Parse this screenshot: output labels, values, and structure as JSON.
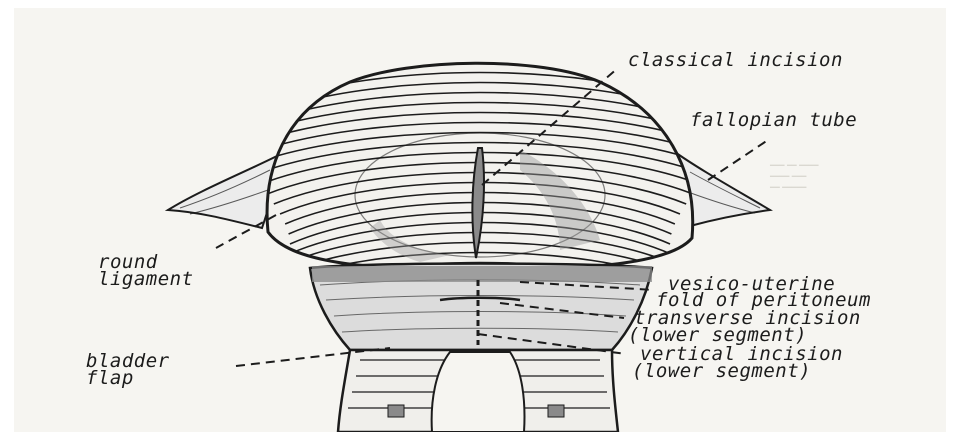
{
  "labels": {
    "classical_incision": "classical incision",
    "fallopian_tube": "fallopian tube",
    "round_ligament_1": "round",
    "round_ligament_2": "ligament",
    "vesico_uterine_1": "vesico-uterine",
    "vesico_uterine_2": "fold of peritoneum",
    "transverse_1": "transverse incision",
    "transverse_2": "(lower segment)",
    "bladder_flap_1": "bladder",
    "bladder_flap_2": "flap",
    "vertical_1": "vertical incision",
    "vertical_2": "(lower segment)"
  },
  "colors": {
    "ink": "#1c1c1c",
    "shade": "#8a8a8a",
    "paper": "#f6f5f1"
  }
}
